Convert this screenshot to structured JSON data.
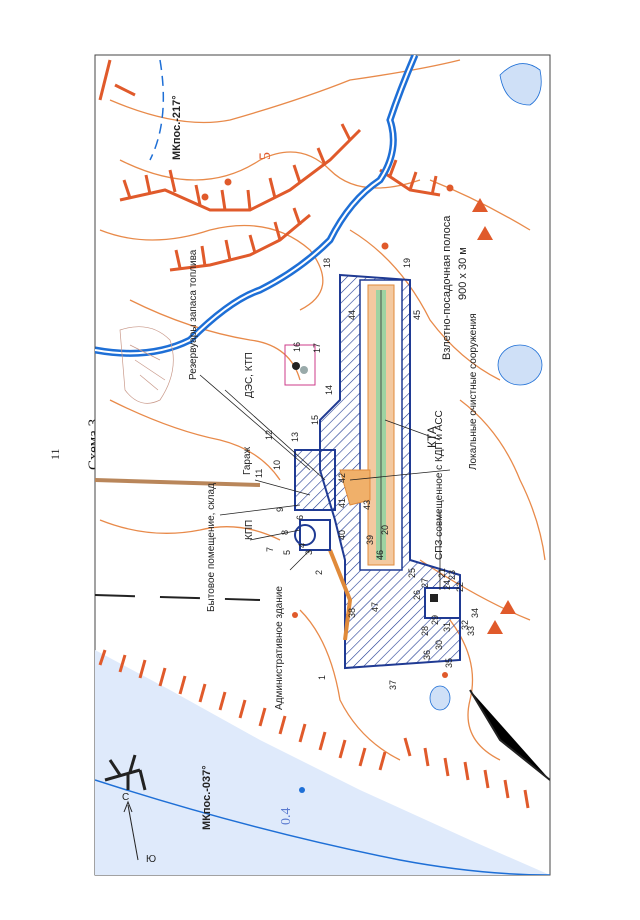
{
  "page": {
    "number": "11",
    "title": "Схема 3"
  },
  "elevations": {
    "top": "МКпос.-217°",
    "bottom": "МКпос.-037°",
    "water_depth": "0.4",
    "contour": "5"
  },
  "labels": {
    "reservoirs": "Резервуары запаса топлива",
    "des": "ДЭС, КТП",
    "garage": "Гараж",
    "household": "Бытовое помещение, склад",
    "kpp": "КПП",
    "admin": "Административное здание",
    "runway": "Взлетно-посадочная полоса",
    "runway_size": "900 х 30 м",
    "kta": "КТА",
    "treatment": "Локальные очистные сооружения",
    "spz": "СПЗ совмещенное с КДП и АСС",
    "north": "С",
    "south": "Ю"
  },
  "markers": [
    "1",
    "2",
    "3",
    "4",
    "5",
    "6",
    "7",
    "8",
    "9",
    "10",
    "11",
    "12",
    "13",
    "14",
    "15",
    "16",
    "17",
    "18",
    "19",
    "20",
    "21",
    "22",
    "23",
    "24",
    "25",
    "26",
    "27",
    "28",
    "29",
    "30",
    "31",
    "32",
    "33",
    "34",
    "35",
    "36",
    "37",
    "38",
    "39",
    "40",
    "41",
    "42",
    "43",
    "44",
    "45",
    "46",
    "47"
  ],
  "colors": {
    "contour": "#e88a4a",
    "river": "#1e6fd6",
    "hatch": "#1f3a93",
    "cliff": "#e05a2b",
    "sea": "#dfeafb"
  }
}
